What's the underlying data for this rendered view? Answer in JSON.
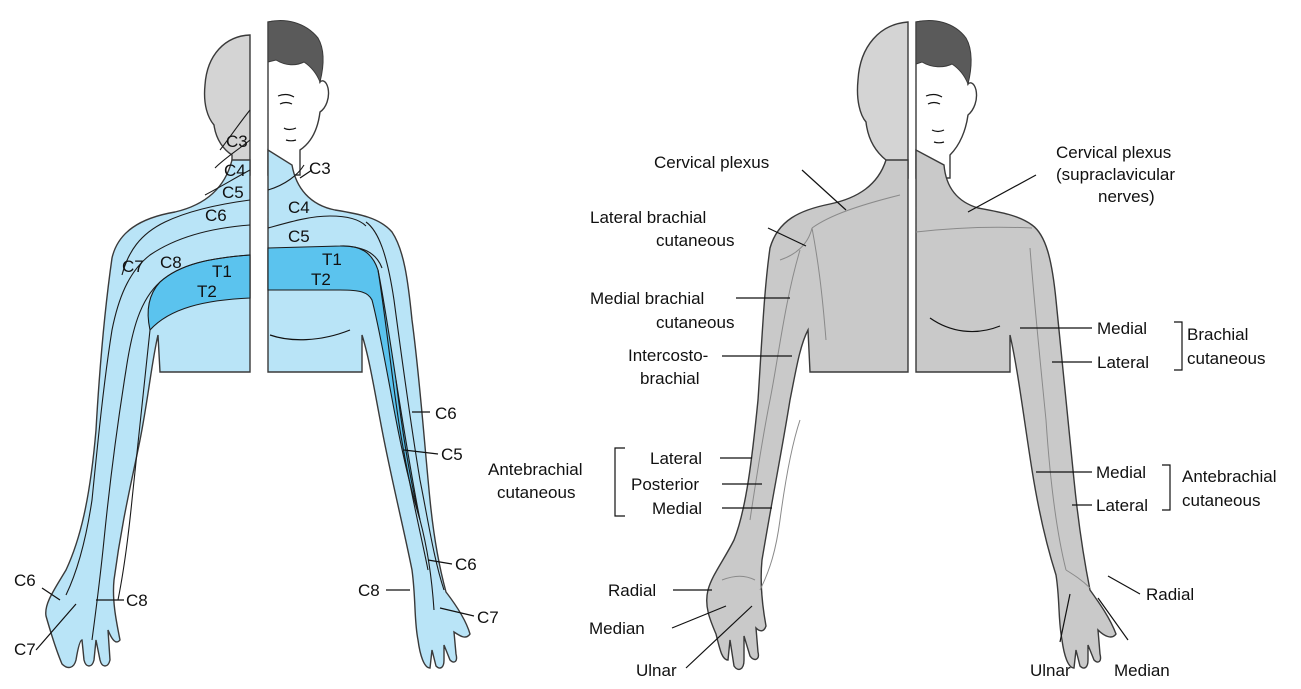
{
  "colors": {
    "dermatome_light": "#b9e4f7",
    "dermatome_dark": "#5bc3ee",
    "skin_gray": "#c9c9c9",
    "head_gray": "#d4d4d4",
    "hair": "#5a5a5a",
    "outline": "#3a3a3a",
    "leader": "#111111"
  },
  "left_figure": {
    "labels": {
      "c3_back": "C3",
      "c4_back": "C4",
      "c5_back": "C5",
      "c6_back": "C6",
      "c7_back": "C7",
      "c8_back": "C8",
      "t1_back": "T1",
      "t2_back": "T2",
      "c3_front": "C3",
      "c4_front": "C4",
      "c5_front": "C5",
      "t1_front": "T1",
      "t2_front": "T2",
      "c6_arm_upper": "C6",
      "c5_arm": "C5",
      "c6_forearm": "C6",
      "c8_front_hand": "C8",
      "c7_front_hand": "C7",
      "c6_back_hand": "C6",
      "c8_back_hand": "C8",
      "c7_back_hand": "C7"
    }
  },
  "right_figure": {
    "labels": {
      "cervical_plexus": "Cervical plexus",
      "cervical_plexus_front_1": "Cervical plexus",
      "cervical_plexus_front_2": "(supraclavicular",
      "cervical_plexus_front_3": "nerves)",
      "lateral_brachial_1": "Lateral brachial",
      "lateral_brachial_2": "cutaneous",
      "medial_brachial_1": "Medial brachial",
      "medial_brachial_2": "cutaneous",
      "intercosto_1": "Intercosto-",
      "intercosto_2": "brachial",
      "antebrachial_back_1": "Antebrachial",
      "antebrachial_back_2": "cutaneous",
      "lateral_back": "Lateral",
      "posterior_back": "Posterior",
      "medial_back": "Medial",
      "radial_back": "Radial",
      "median_back": "Median",
      "ulnar_back": "Ulnar",
      "medial_brachial_front": "Medial",
      "lateral_brachial_front": "Lateral",
      "brachial_group_1": "Brachial",
      "brachial_group_2": "cutaneous",
      "medial_antebrachial_front": "Medial",
      "lateral_antebrachial_front": "Lateral",
      "antebrachial_group_1": "Antebrachial",
      "antebrachial_group_2": "cutaneous",
      "radial_front": "Radial",
      "ulnar_front": "Ulnar",
      "median_front": "Median"
    }
  }
}
